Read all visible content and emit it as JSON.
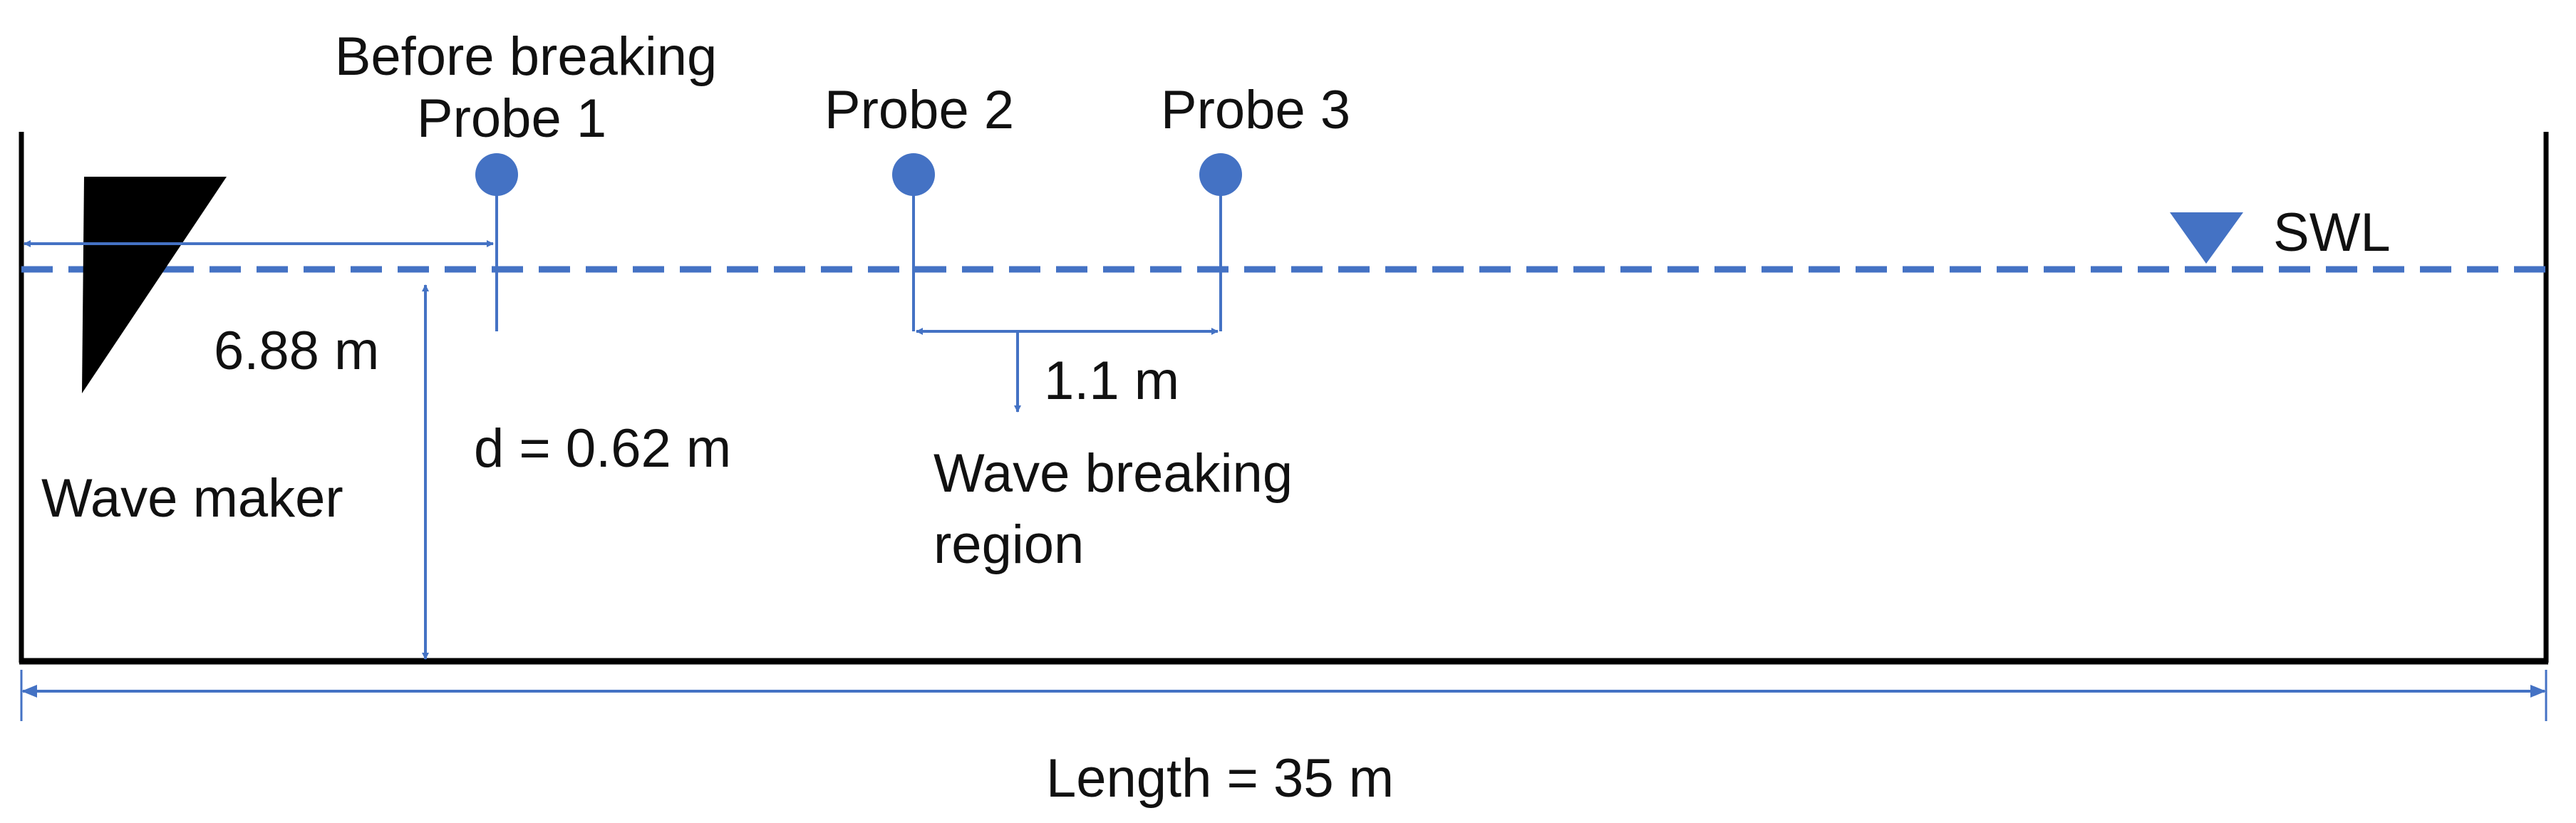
{
  "labels": {
    "before_breaking": "Before breaking",
    "probe1": "Probe 1",
    "probe2": "Probe 2",
    "probe3": "Probe 3",
    "swl": "SWL",
    "distance_probe1": "6.88 m",
    "probe_spacing": "1.1 m",
    "depth": "d = 0.62 m",
    "wave_maker": "Wave maker",
    "breaking_region_line1": "Wave breaking",
    "breaking_region_line2": "region",
    "length": "Length = 35 m"
  },
  "colors": {
    "water_line": "#4472C4",
    "probe_fill": "#4472C4",
    "dimension_lines": "#4472C4",
    "tank_walls": "#000000",
    "wave_maker": "#000000",
    "swl_marker": "#4472C4"
  }
}
